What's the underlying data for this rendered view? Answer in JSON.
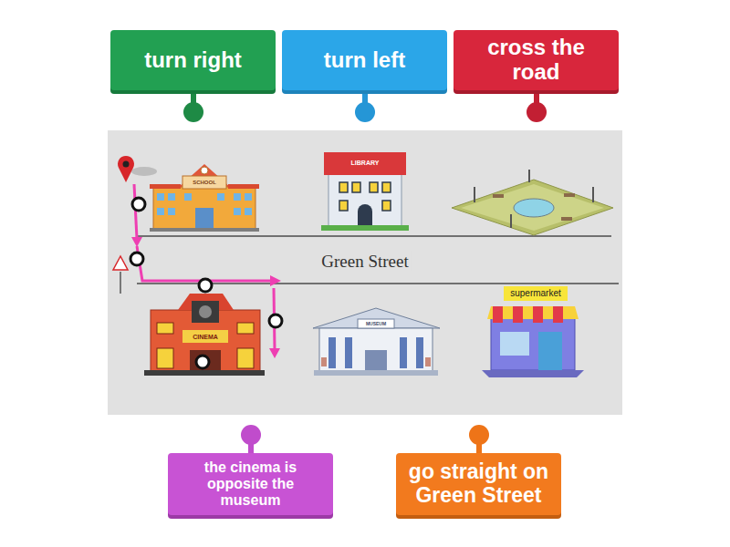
{
  "diagram": {
    "nodes": [
      {
        "text": [
          "turn right"
        ]
      },
      {
        "text": [
          "turn left"
        ]
      },
      {
        "text": [
          "cross the road"
        ]
      },
      {
        "text": [
          "the cinema is opposite the museum"
        ]
      },
      {
        "text": [
          "go straight on Green Street"
        ]
      }
    ],
    "labels": [
      "SCHOOL",
      "LIBRARY",
      "Green Street",
      "CINEMA",
      "MUSEUM",
      "supermarket"
    ]
  }
}
